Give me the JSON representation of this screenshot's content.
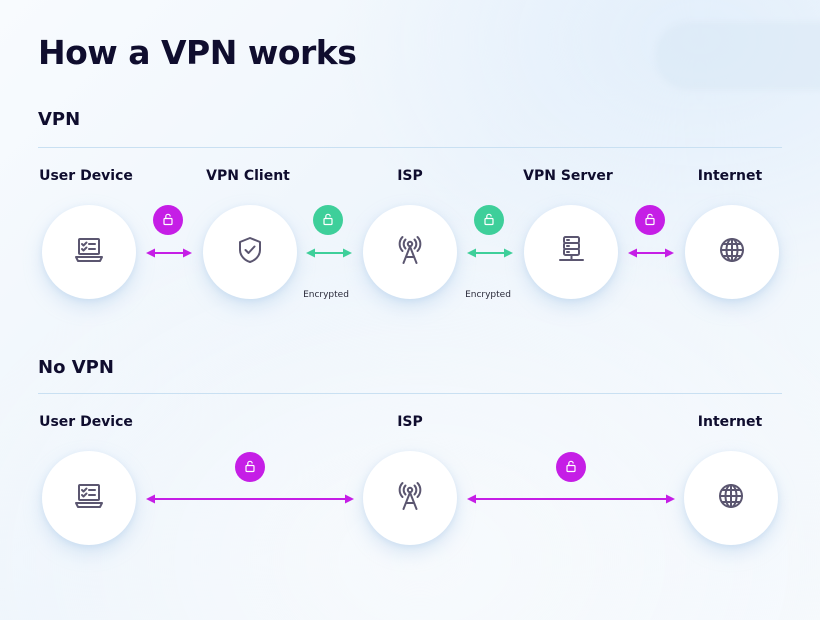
{
  "title": "How a VPN works",
  "colors": {
    "unencrypted": "#c51ee6",
    "encrypted": "#3ecf9a",
    "icon": "#5b5670",
    "text": "#0f0d2e"
  },
  "vpn_section": {
    "heading": "VPN",
    "nodes": [
      {
        "label": "User Device",
        "icon": "laptop-checklist-icon"
      },
      {
        "label": "VPN Client",
        "icon": "shield-check-icon"
      },
      {
        "label": "ISP",
        "icon": "radio-tower-icon"
      },
      {
        "label": "VPN Server",
        "icon": "server-icon"
      },
      {
        "label": "Internet",
        "icon": "globe-icon"
      }
    ],
    "links": [
      {
        "from": "User Device",
        "to": "VPN Client",
        "encrypted": false,
        "lock_icon": "unlocked-padlock-icon",
        "caption": ""
      },
      {
        "from": "VPN Client",
        "to": "ISP",
        "encrypted": true,
        "lock_icon": "padlock-icon",
        "caption": "Encrypted"
      },
      {
        "from": "ISP",
        "to": "VPN Server",
        "encrypted": true,
        "lock_icon": "padlock-icon",
        "caption": "Encrypted"
      },
      {
        "from": "VPN Server",
        "to": "Internet",
        "encrypted": false,
        "lock_icon": "unlocked-padlock-icon",
        "caption": ""
      }
    ]
  },
  "novpn_section": {
    "heading": "No VPN",
    "nodes": [
      {
        "label": "User Device",
        "icon": "laptop-checklist-icon"
      },
      {
        "label": "ISP",
        "icon": "radio-tower-icon"
      },
      {
        "label": "Internet",
        "icon": "globe-icon"
      }
    ],
    "links": [
      {
        "from": "User Device",
        "to": "ISP",
        "encrypted": false,
        "lock_icon": "unlocked-padlock-icon"
      },
      {
        "from": "ISP",
        "to": "Internet",
        "encrypted": false,
        "lock_icon": "unlocked-padlock-icon"
      }
    ]
  }
}
